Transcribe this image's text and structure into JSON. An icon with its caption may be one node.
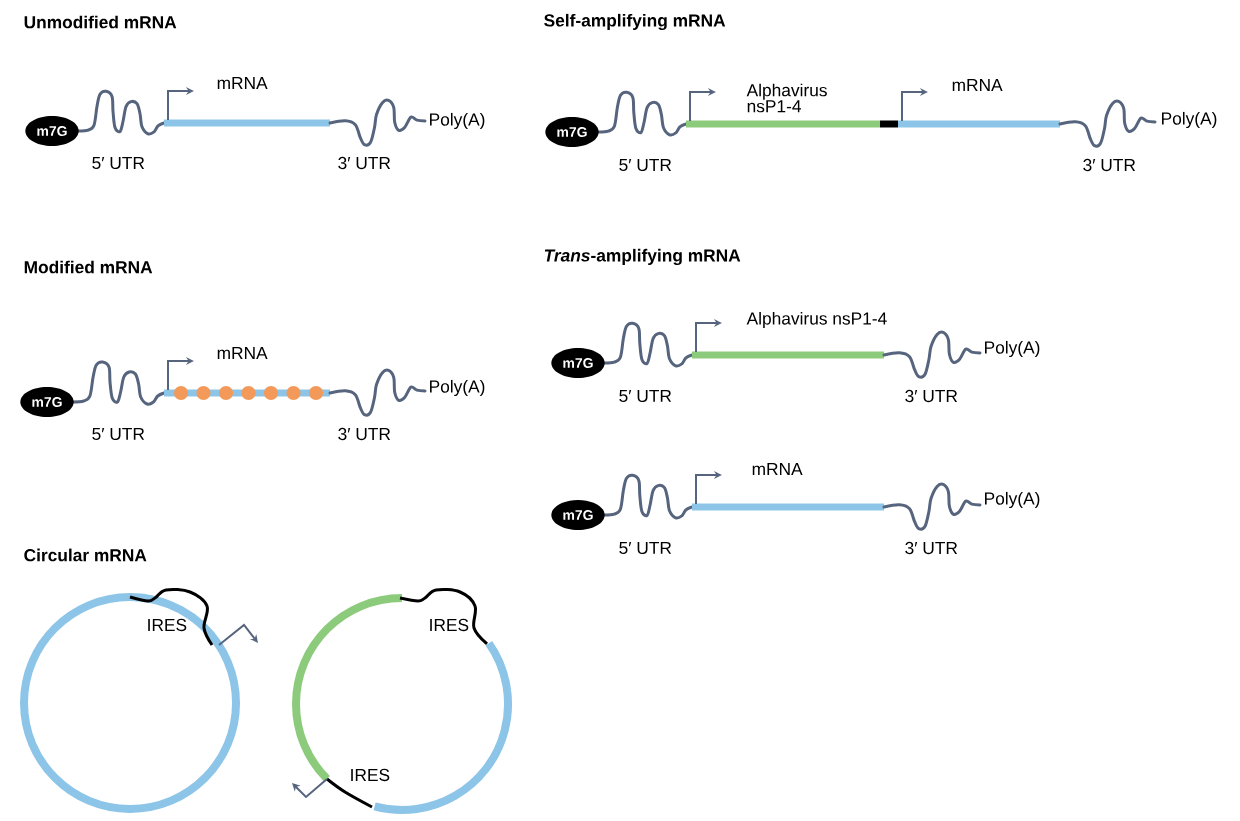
{
  "diagram": {
    "nodes": [
      {
        "text": [
          "m7G"
        ]
      },
      {
        "text": [
          "m7G"
        ]
      },
      {
        "text": [
          "m7G"
        ]
      },
      {
        "text": [
          "m7G"
        ]
      },
      {
        "text": [
          "m7G"
        ]
      }
    ],
    "labels": [
      "Unmodified mRNA",
      "Self-amplifying mRNA",
      "mRNA",
      "Alphavirus nsP1-4",
      "mRNA",
      "Poly(A)",
      "Poly(A)",
      "5′ UTR",
      "3′ UTR",
      "5′ UTR",
      "3′ UTR",
      "Modified mRNA",
      "*Trans*-amplifying mRNA",
      "Alphavirus nsP1-4",
      "mRNA",
      "Poly(A)",
      "Poly(A)",
      "5′ UTR",
      "3′ UTR",
      "5′ UTR",
      "3′ UTR",
      "mRNA",
      "Poly(A)",
      "5′ UTR",
      "3′ UTR",
      "Circular mRNA",
      "IRES",
      "IRES",
      "IRES"
    ]
  }
}
